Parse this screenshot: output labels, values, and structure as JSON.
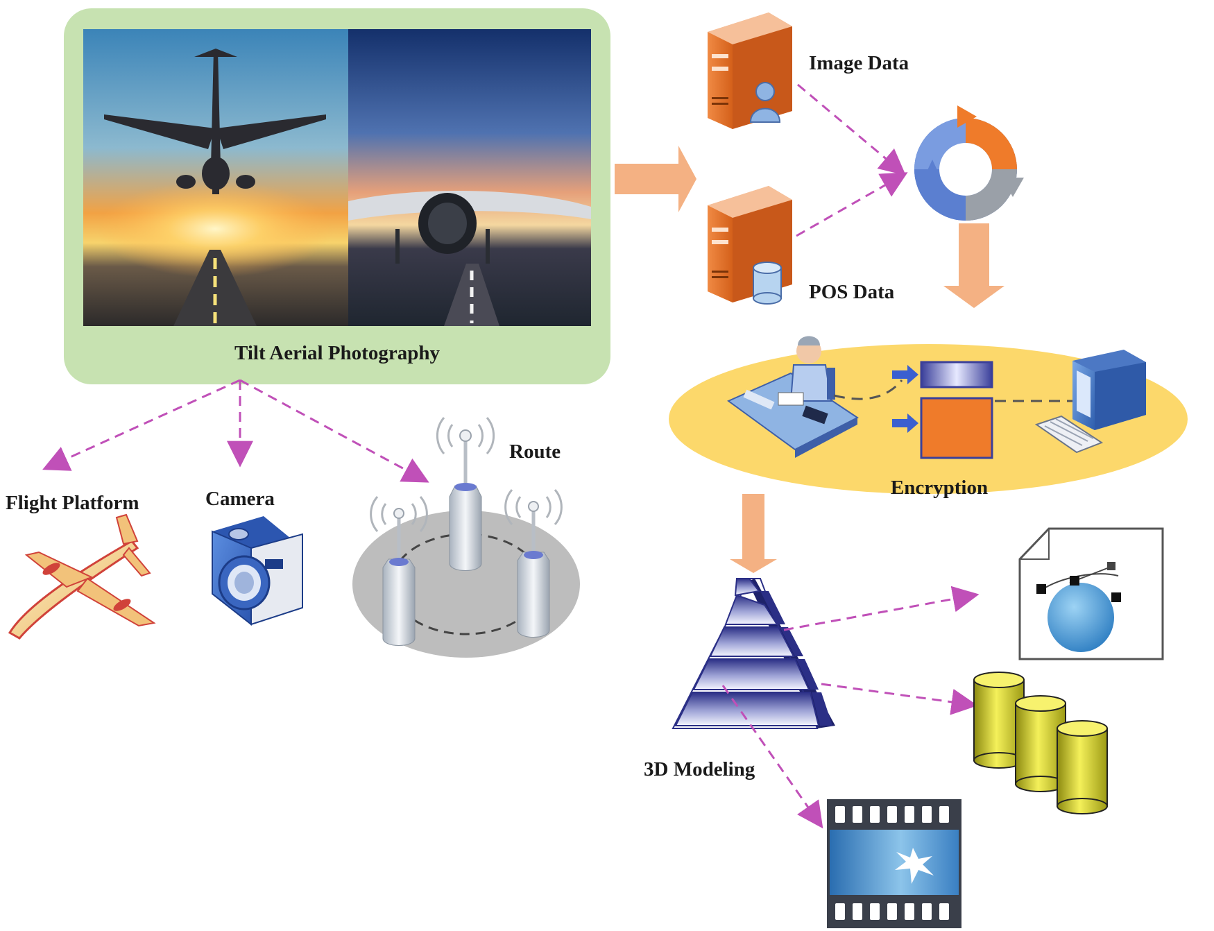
{
  "labels": {
    "tilt_aerial_photography": "Tilt Aerial Photography",
    "image_data": "Image Data",
    "pos_data": "POS Data",
    "encryption": "Encryption",
    "flight_platform": "Flight Platform",
    "camera": "Camera",
    "route": "Route",
    "modeling_3d": "3D Modeling"
  },
  "colors": {
    "photo_frame": "#c7e2b1",
    "flow_arrow": "#f4b183",
    "dashed_arrow": "#c050b8",
    "server_orange": "#e8742a",
    "encryption_ellipse": "#fcd86b",
    "route_disc": "#bdbdbd",
    "pyramid_blue": "#2b2f86",
    "database_yellow": "#e5e21b",
    "film_blue": "#3a7fc2"
  },
  "icons": [
    "runway-airplane-photo",
    "airplane-engine-photo",
    "server-user-icon",
    "server-database-icon",
    "cycle-arrows-icon",
    "operator-desk-icon",
    "encryption-block-icon",
    "computer-monitor-icon",
    "keyboard-icon",
    "airplane-icon",
    "camera-icon",
    "wireless-router-icon",
    "pyramid-icon",
    "vector-document-icon",
    "database-stack-icon",
    "film-strip-icon"
  ]
}
